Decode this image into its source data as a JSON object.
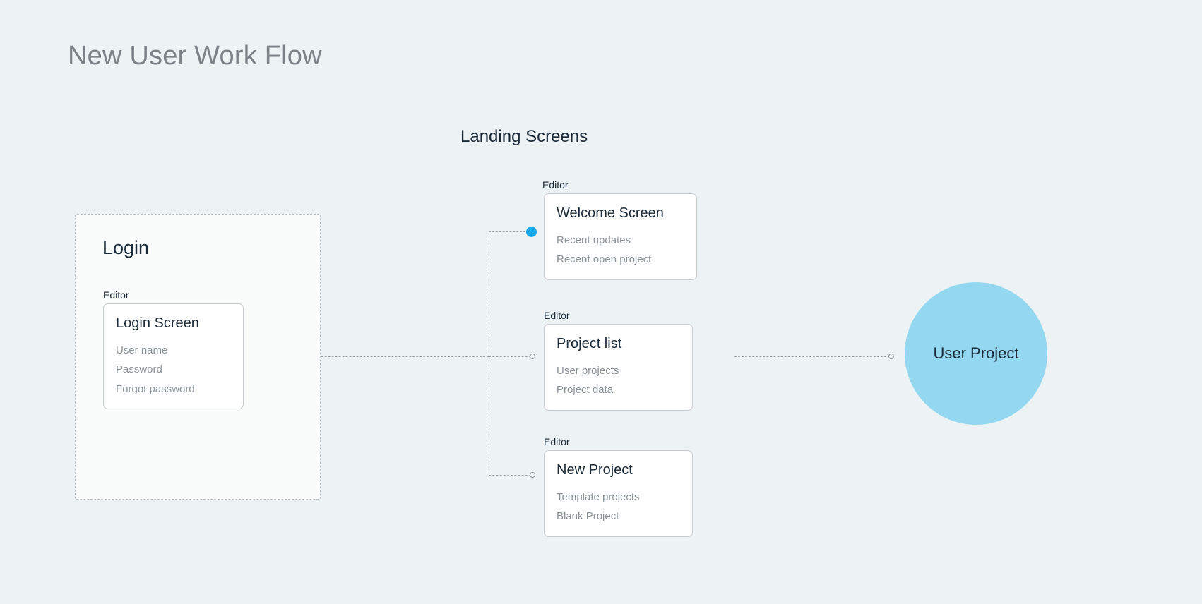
{
  "page": {
    "title": "New User Work Flow",
    "section_title": "Landing Screens",
    "background_color": "#EDF2F5"
  },
  "colors": {
    "accent_blue": "#16A8E8",
    "circle_fill": "#93D8F0",
    "title_gray": "#7C8287",
    "text_navy": "#1B2A38",
    "text_muted": "#8A9199",
    "line_gray": "#9AA3AB",
    "card_border": "#C6CBD0"
  },
  "login_group": {
    "title": "Login",
    "editor_label": "Editor",
    "card": {
      "title": "Login Screen",
      "items": [
        "User name",
        "Password",
        "Forgot password"
      ]
    }
  },
  "landing_cards": [
    {
      "editor_label": "Editor",
      "title": "Welcome Screen",
      "items": [
        "Recent updates",
        "Recent open project"
      ],
      "connector": "filled-dot"
    },
    {
      "editor_label": "Editor",
      "title": "Project list",
      "items": [
        "User projects",
        "Project data"
      ],
      "connector": "hollow-dot"
    },
    {
      "editor_label": "Editor",
      "title": "New Project",
      "items": [
        "Template projects",
        "Blank Project"
      ],
      "connector": "hollow-dot"
    }
  ],
  "end_node": {
    "label": "User Project"
  }
}
